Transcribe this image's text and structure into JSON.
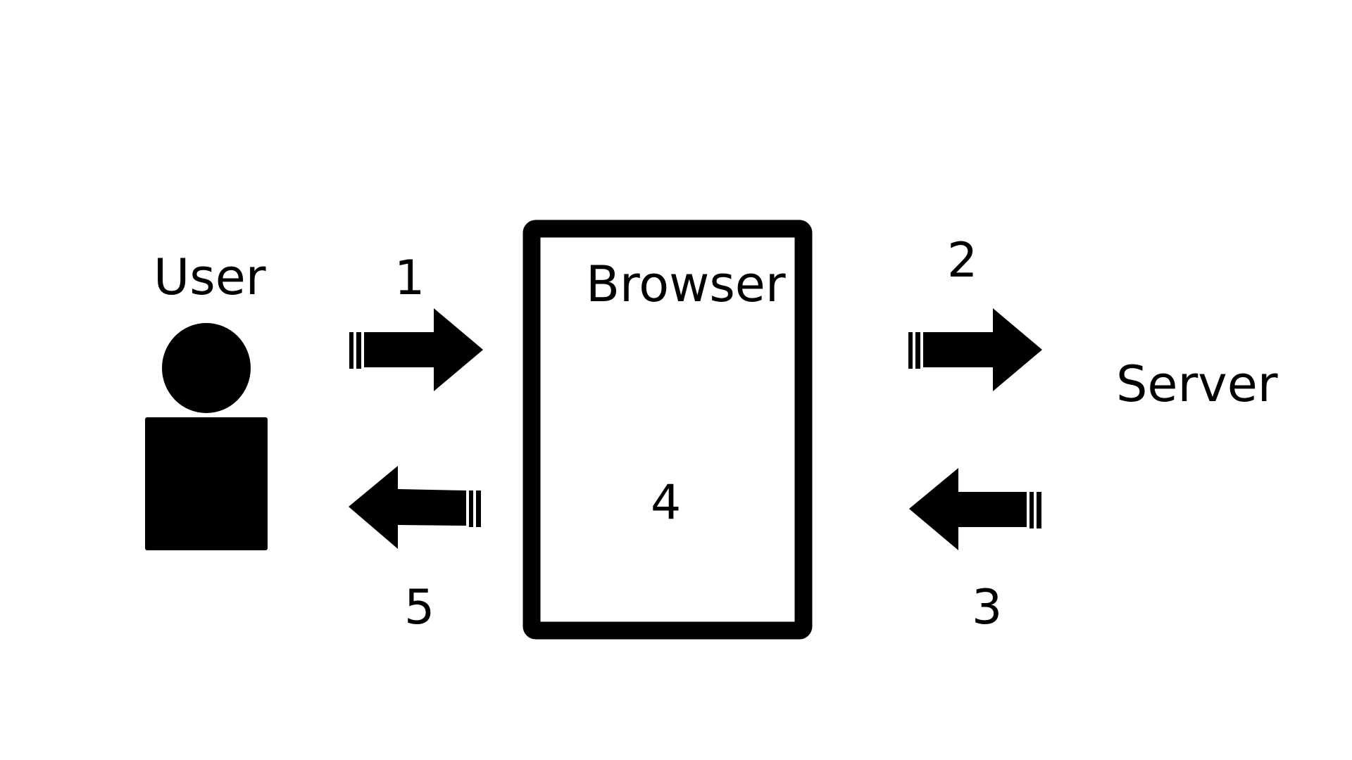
{
  "diagram": {
    "nodes": {
      "user": {
        "label": "User",
        "icon": "person-icon"
      },
      "browser": {
        "label": "Browser",
        "step": "4"
      },
      "server": {
        "label": "Server"
      }
    },
    "steps": [
      {
        "id": "1",
        "from": "User",
        "to": "Browser",
        "direction": "right"
      },
      {
        "id": "2",
        "from": "Browser",
        "to": "Server",
        "direction": "right"
      },
      {
        "id": "3",
        "from": "Server",
        "to": "Browser",
        "direction": "left"
      },
      {
        "id": "5",
        "from": "Browser",
        "to": "User",
        "direction": "left"
      }
    ]
  }
}
